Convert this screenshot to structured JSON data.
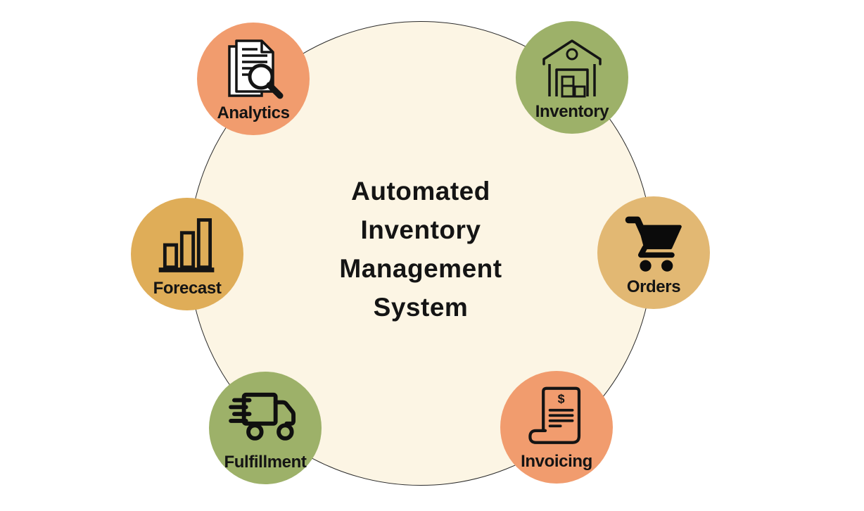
{
  "title": "Automated\nInventory\nManagement\nSystem",
  "nodes": [
    {
      "label": "Analytics",
      "icon": "document-magnifier-icon",
      "color": "#F19C6E"
    },
    {
      "label": "Inventory",
      "icon": "warehouse-icon",
      "color": "#9DB169"
    },
    {
      "label": "Forecast",
      "icon": "bar-chart-icon",
      "color": "#DFAD58"
    },
    {
      "label": "Orders",
      "icon": "shopping-cart-icon",
      "color": "#E2B873"
    },
    {
      "label": "Fulfillment",
      "icon": "delivery-truck-icon",
      "color": "#9DB169"
    },
    {
      "label": "Invoicing",
      "icon": "invoice-icon",
      "color": "#F19C6E"
    }
  ],
  "icon_glyphs": {
    "invoice_dollar": "$"
  },
  "colors": {
    "background": "#FFFFFF",
    "hub_fill": "#FCF5E4",
    "hub_stroke": "#2A2A2A",
    "text": "#141414"
  }
}
